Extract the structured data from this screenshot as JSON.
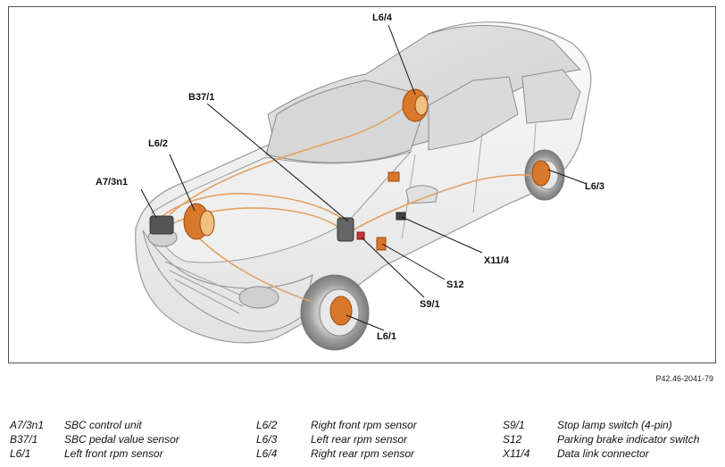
{
  "diagram": {
    "callouts": [
      {
        "id": "L6_4",
        "text": "L6/4"
      },
      {
        "id": "B37_1",
        "text": "B37/1"
      },
      {
        "id": "L6_2",
        "text": "L6/2"
      },
      {
        "id": "A7_3n1",
        "text": "A7/3n1"
      },
      {
        "id": "L6_3",
        "text": "L6/3"
      },
      {
        "id": "X11_4",
        "text": "X11/4"
      },
      {
        "id": "S12",
        "text": "S12"
      },
      {
        "id": "S9_1",
        "text": "S9/1"
      },
      {
        "id": "L6_1",
        "text": "L6/1"
      }
    ],
    "reference": "P42.46-2041-79"
  },
  "legend": [
    {
      "code": "A7/3n1",
      "desc": "SBC control unit"
    },
    {
      "code": "B37/1",
      "desc": "SBC pedal value sensor"
    },
    {
      "code": "L6/1",
      "desc": "Left front rpm sensor"
    },
    {
      "code": "L6/2",
      "desc": "Right front rpm sensor"
    },
    {
      "code": "L6/3",
      "desc": "Left rear rpm sensor"
    },
    {
      "code": "L6/4",
      "desc": "Right rear rpm sensor"
    },
    {
      "code": "S9/1",
      "desc": "Stop lamp switch (4-pin)"
    },
    {
      "code": "S12",
      "desc": "Parking brake indicator switch"
    },
    {
      "code": "X11/4",
      "desc": "Data link connector"
    }
  ],
  "colors": {
    "brake_line": "#e2a060",
    "component": "#d9772a",
    "car_body": "#f1f1f1",
    "car_outline": "#9a9a9a"
  }
}
